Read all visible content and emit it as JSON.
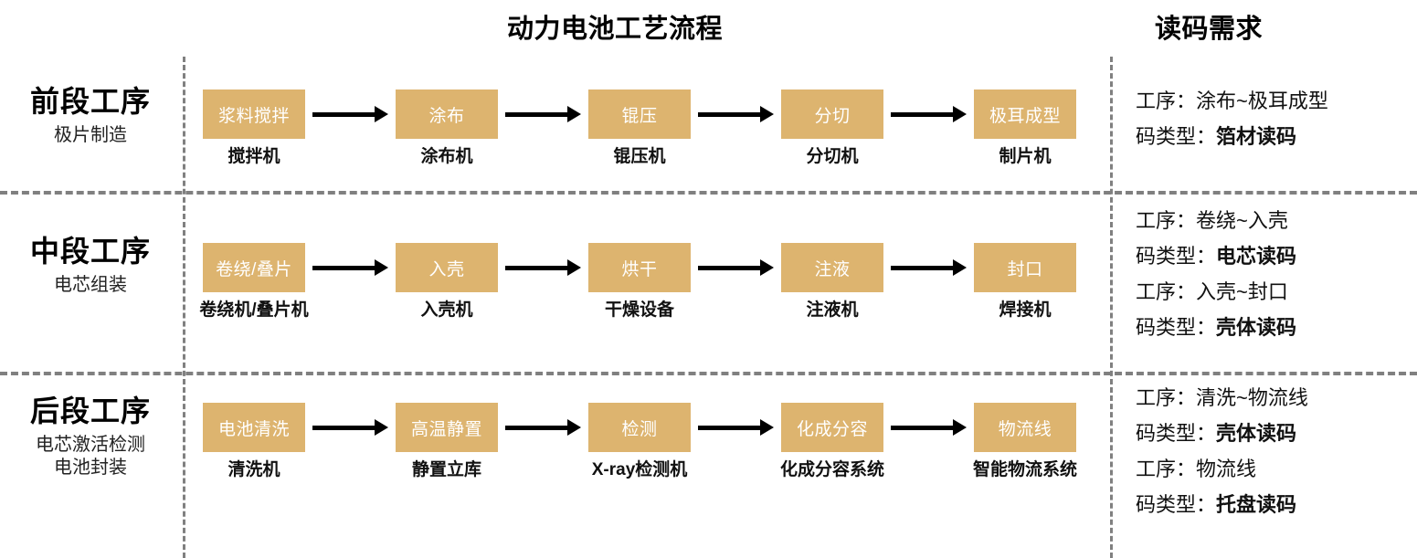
{
  "headings": {
    "process": "动力电池工艺流程",
    "demand": "读码需求"
  },
  "rows": [
    {
      "stage_name": "前段工序",
      "stage_sub": "极片制造",
      "nodes": [
        {
          "box": "浆料搅拌",
          "caption": "搅拌机"
        },
        {
          "box": "涂布",
          "caption": "涂布机"
        },
        {
          "box": "锟压",
          "caption": "锟压机"
        },
        {
          "box": "分切",
          "caption": "分切机"
        },
        {
          "box": "极耳成型",
          "caption": "制片机"
        }
      ],
      "demand": [
        {
          "label": "工序：",
          "value": "涂布~极耳成型",
          "bold": false
        },
        {
          "label": "码类型：",
          "value": "箔材读码",
          "bold": true
        }
      ]
    },
    {
      "stage_name": "中段工序",
      "stage_sub": "电芯组装",
      "nodes": [
        {
          "box": "卷绕/叠片",
          "caption": "卷绕机/叠片机"
        },
        {
          "box": "入壳",
          "caption": "入壳机"
        },
        {
          "box": "烘干",
          "caption": "干燥设备"
        },
        {
          "box": "注液",
          "caption": "注液机"
        },
        {
          "box": "封口",
          "caption": "焊接机"
        }
      ],
      "demand": [
        {
          "label": "工序：",
          "value": "卷绕~入壳",
          "bold": false
        },
        {
          "label": "码类型：",
          "value": "电芯读码",
          "bold": true
        },
        {
          "label": "工序：",
          "value": "入壳~封口",
          "bold": false
        },
        {
          "label": "码类型：",
          "value": "壳体读码",
          "bold": true
        }
      ]
    },
    {
      "stage_name": "后段工序",
      "stage_sub": "电芯激活检测\n电池封装",
      "nodes": [
        {
          "box": "电池清洗",
          "caption": "清洗机"
        },
        {
          "box": "高温静置",
          "caption": "静置立库"
        },
        {
          "box": "检测",
          "caption": "X-ray检测机"
        },
        {
          "box": "化成分容",
          "caption": "化成分容系统"
        },
        {
          "box": "物流线",
          "caption": "智能物流系统"
        }
      ],
      "demand": [
        {
          "label": "工序：",
          "value": "清洗~物流线",
          "bold": false
        },
        {
          "label": "码类型：",
          "value": "壳体读码",
          "bold": true
        },
        {
          "label": "工序：",
          "value": "物流线",
          "bold": false
        },
        {
          "label": "码类型：",
          "value": "托盘读码",
          "bold": true
        }
      ]
    }
  ],
  "colors": {
    "node_fill": "#DDB46F",
    "node_text": "#FFFFFF",
    "divider": "#808080",
    "arrow": "#000000"
  }
}
